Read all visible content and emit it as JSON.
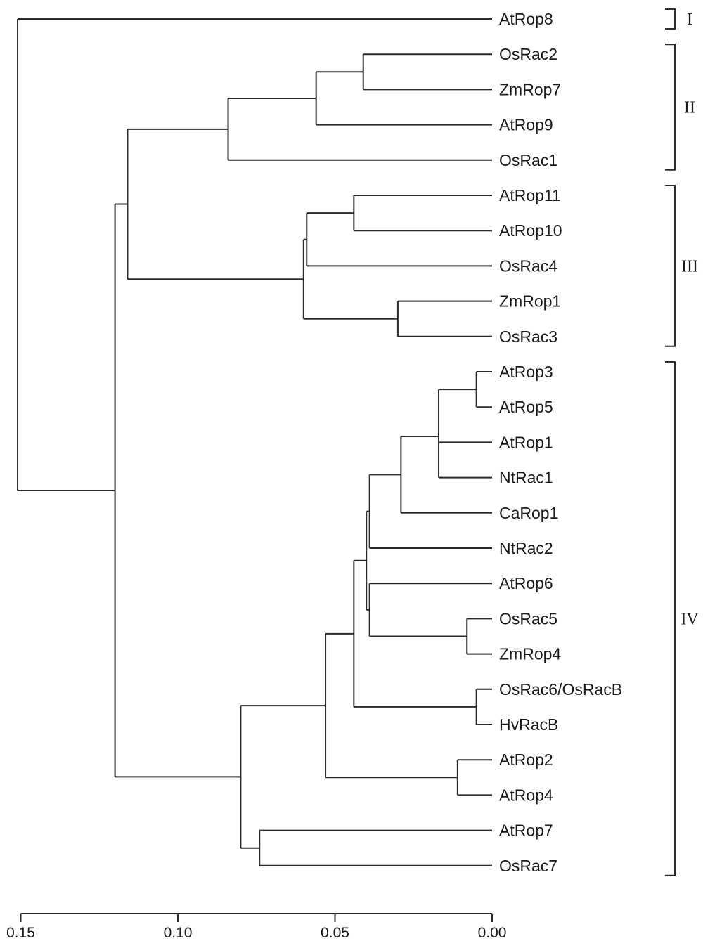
{
  "tree": {
    "leaves": [
      "AtRop8",
      "OsRac2",
      "ZmRop7",
      "AtRop9",
      "OsRac1",
      "AtRop11",
      "AtRop10",
      "OsRac4",
      "ZmRop1",
      "OsRac3",
      "AtRop3",
      "AtRop5",
      "AtRop1",
      "NtRac1",
      "CaRop1",
      "NtRac2",
      "AtRop6",
      "OsRac5",
      "ZmRop4",
      "OsRac6/OsRacB",
      "HvRacB",
      "AtRop2",
      "AtRop4",
      "AtRop7",
      "OsRac7"
    ],
    "nodes": [
      {
        "id": "n1",
        "height": 0.041,
        "children": [
          "OsRac2",
          "ZmRop7"
        ]
      },
      {
        "id": "n2",
        "height": 0.056,
        "children": [
          "n1",
          "AtRop9"
        ]
      },
      {
        "id": "n3",
        "height": 0.084,
        "children": [
          "n2",
          "OsRac1"
        ]
      },
      {
        "id": "n4",
        "height": 0.044,
        "children": [
          "AtRop11",
          "AtRop10"
        ]
      },
      {
        "id": "n5",
        "height": 0.059,
        "children": [
          "n4",
          "OsRac4"
        ]
      },
      {
        "id": "n6",
        "height": 0.03,
        "children": [
          "ZmRop1",
          "OsRac3"
        ]
      },
      {
        "id": "n7",
        "height": 0.06,
        "children": [
          "n5",
          "n6"
        ]
      },
      {
        "id": "n8",
        "height": 0.116,
        "children": [
          "n3",
          "n7"
        ]
      },
      {
        "id": "n9",
        "height": 0.005,
        "children": [
          "AtRop3",
          "AtRop5"
        ]
      },
      {
        "id": "n10",
        "height": 0.017,
        "children": [
          "n9",
          "AtRop1",
          "NtRac1"
        ]
      },
      {
        "id": "n11",
        "height": 0.029,
        "children": [
          "n10",
          "CaRop1"
        ]
      },
      {
        "id": "n12",
        "height": 0.039,
        "children": [
          "n11",
          "NtRac2"
        ]
      },
      {
        "id": "n13",
        "height": 0.008,
        "children": [
          "OsRac5",
          "ZmRop4"
        ]
      },
      {
        "id": "n14",
        "height": 0.039,
        "children": [
          "AtRop6",
          "n13"
        ]
      },
      {
        "id": "n15",
        "height": 0.04,
        "children": [
          "n12",
          "n14"
        ]
      },
      {
        "id": "n16",
        "height": 0.005,
        "children": [
          "OsRac6/OsRacB",
          "HvRacB"
        ]
      },
      {
        "id": "n17",
        "height": 0.044,
        "children": [
          "n15",
          "n16"
        ]
      },
      {
        "id": "n18",
        "height": 0.011,
        "children": [
          "AtRop2",
          "AtRop4"
        ]
      },
      {
        "id": "n19",
        "height": 0.053,
        "children": [
          "n17",
          "n18"
        ]
      },
      {
        "id": "n20",
        "height": 0.074,
        "children": [
          "AtRop7",
          "OsRac7"
        ]
      },
      {
        "id": "n21",
        "height": 0.08,
        "children": [
          "n19",
          "n20"
        ]
      },
      {
        "id": "n22",
        "height": 0.12,
        "children": [
          "n8",
          "n21"
        ]
      },
      {
        "id": "root",
        "height": 0.151,
        "children": [
          "AtRop8",
          "n22"
        ]
      }
    ]
  },
  "clades": [
    {
      "label": "I",
      "first": 0,
      "last": 0
    },
    {
      "label": "II",
      "first": 1,
      "last": 4
    },
    {
      "label": "III",
      "first": 5,
      "last": 9
    },
    {
      "label": "IV",
      "first": 10,
      "last": 24
    }
  ],
  "scale_axis": {
    "ticks": [
      0.15,
      0.1,
      0.05,
      0.0
    ],
    "tick_labels": [
      "0.15",
      "0.10",
      "0.05",
      "0.00"
    ]
  }
}
